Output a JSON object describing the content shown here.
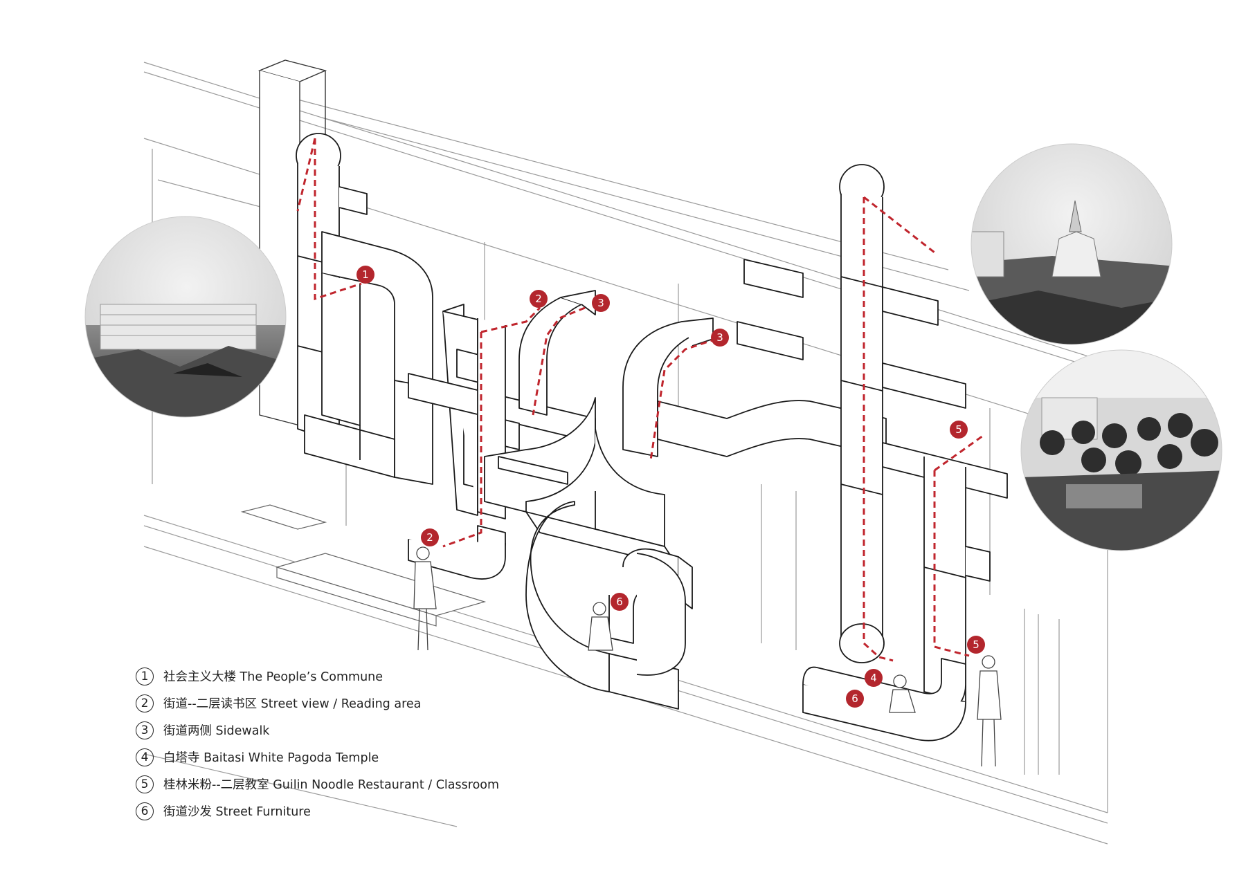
{
  "legend": [
    {
      "num": "1",
      "text": "社会主义大楼  The People’s Commune"
    },
    {
      "num": "2",
      "text": "街道--二层读书区  Street view / Reading area"
    },
    {
      "num": "3",
      "text": "街道两侧   Sidewalk"
    },
    {
      "num": "4",
      "text": "白塔寺  Baitasi White Pagoda Temple"
    },
    {
      "num": "5",
      "text": "桂林米粉--二层教室  Guilin Noodle Restaurant / Classroom"
    },
    {
      "num": "6",
      "text": "街道沙发  Street Furniture"
    }
  ],
  "markers": [
    "1",
    "2",
    "3",
    "3",
    "2",
    "6",
    "4",
    "6",
    "5",
    "5"
  ],
  "colors": {
    "accent": "#b3262d",
    "line": "#1a1a1a",
    "guide": "#9a9a9a"
  },
  "photos": [
    "commune-building-photo",
    "white-pagoda-photo",
    "classroom-photo"
  ]
}
